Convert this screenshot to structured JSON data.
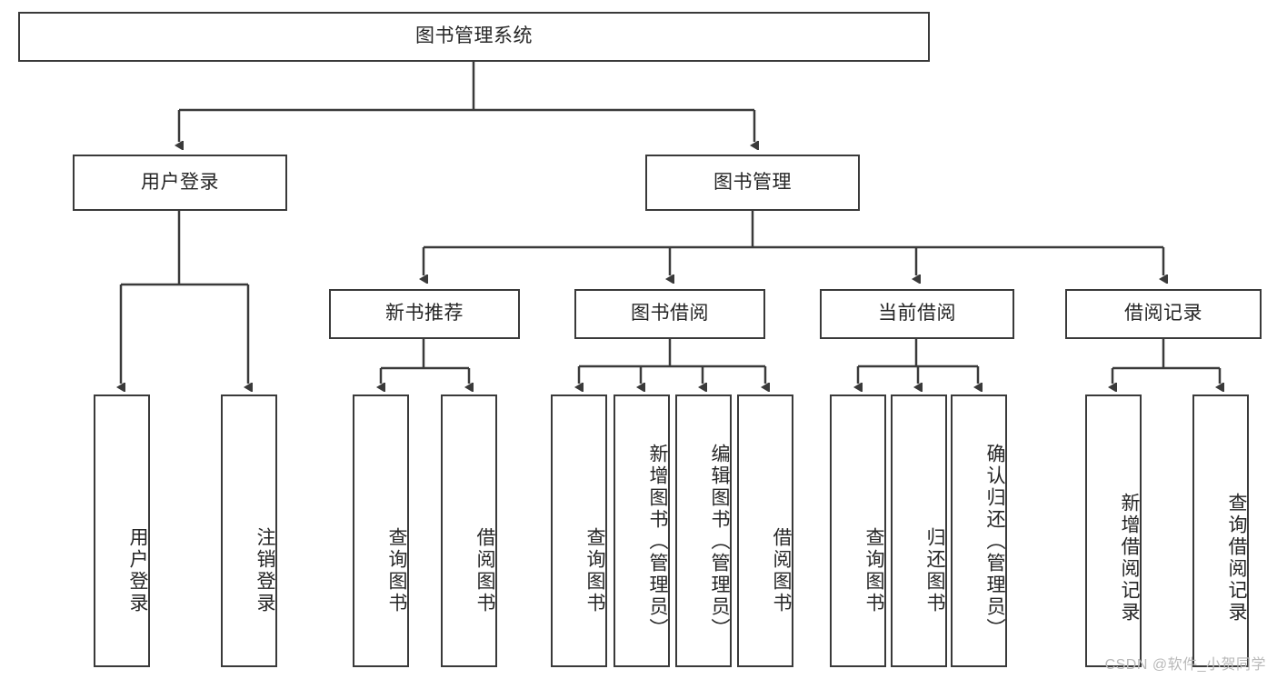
{
  "diagram": {
    "title": "图书管理系统",
    "watermark": "CSDN @软件_小贺同学",
    "level1": {
      "label": "图书管理系统"
    },
    "level2": [
      {
        "label": "用户登录"
      },
      {
        "label": "图书管理"
      }
    ],
    "level3": [
      {
        "label": "新书推荐"
      },
      {
        "label": "图书借阅"
      },
      {
        "label": "当前借阅"
      },
      {
        "label": "借阅记录"
      }
    ],
    "leaves": {
      "user_login": [
        {
          "label": "用户登录"
        },
        {
          "label": "注销登录"
        }
      ],
      "new_book_recommend": [
        {
          "label": "查询图书"
        },
        {
          "label": "借阅图书"
        }
      ],
      "book_borrow": [
        {
          "label": "查询图书"
        },
        {
          "label": "新增图书（管理员）"
        },
        {
          "label": "编辑图书（管理员）"
        },
        {
          "label": "借阅图书"
        }
      ],
      "current_borrow": [
        {
          "label": "查询图书"
        },
        {
          "label": "归还图书"
        },
        {
          "label": "确认归还（管理员）"
        }
      ],
      "borrow_record": [
        {
          "label": "新增借阅记录"
        },
        {
          "label": "查询借阅记录"
        }
      ]
    },
    "colors": {
      "border": "#3a3a3a",
      "text": "#262626",
      "background": "#ffffff",
      "watermark": "#b9b9b9"
    }
  }
}
